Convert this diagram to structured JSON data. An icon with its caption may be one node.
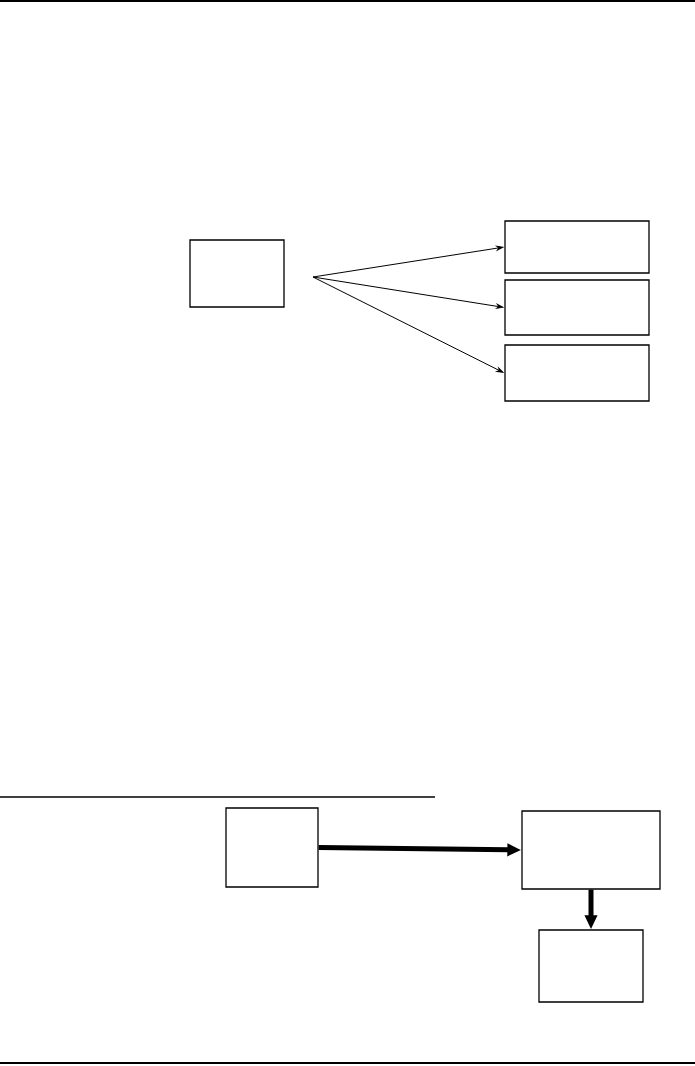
{
  "diagram": {
    "nodes": [
      {
        "text": [],
        "shape": "box"
      },
      {
        "text": [],
        "shape": "box"
      },
      {
        "text": [],
        "shape": "box"
      },
      {
        "text": [],
        "shape": "box"
      },
      {
        "text": [],
        "shape": "box"
      },
      {
        "text": [],
        "shape": "box"
      },
      {
        "text": [],
        "shape": "box"
      }
    ],
    "edges": [
      {
        "from": null,
        "to": 1,
        "arrow": "to"
      },
      {
        "from": null,
        "to": 2,
        "arrow": "to"
      },
      {
        "from": null,
        "to": 3,
        "arrow": "to"
      },
      {
        "from": 4,
        "to": 5,
        "arrow": "to",
        "style": "thick"
      },
      {
        "from": 5,
        "to": 6,
        "arrow": "to",
        "style": "thick"
      }
    ]
  }
}
